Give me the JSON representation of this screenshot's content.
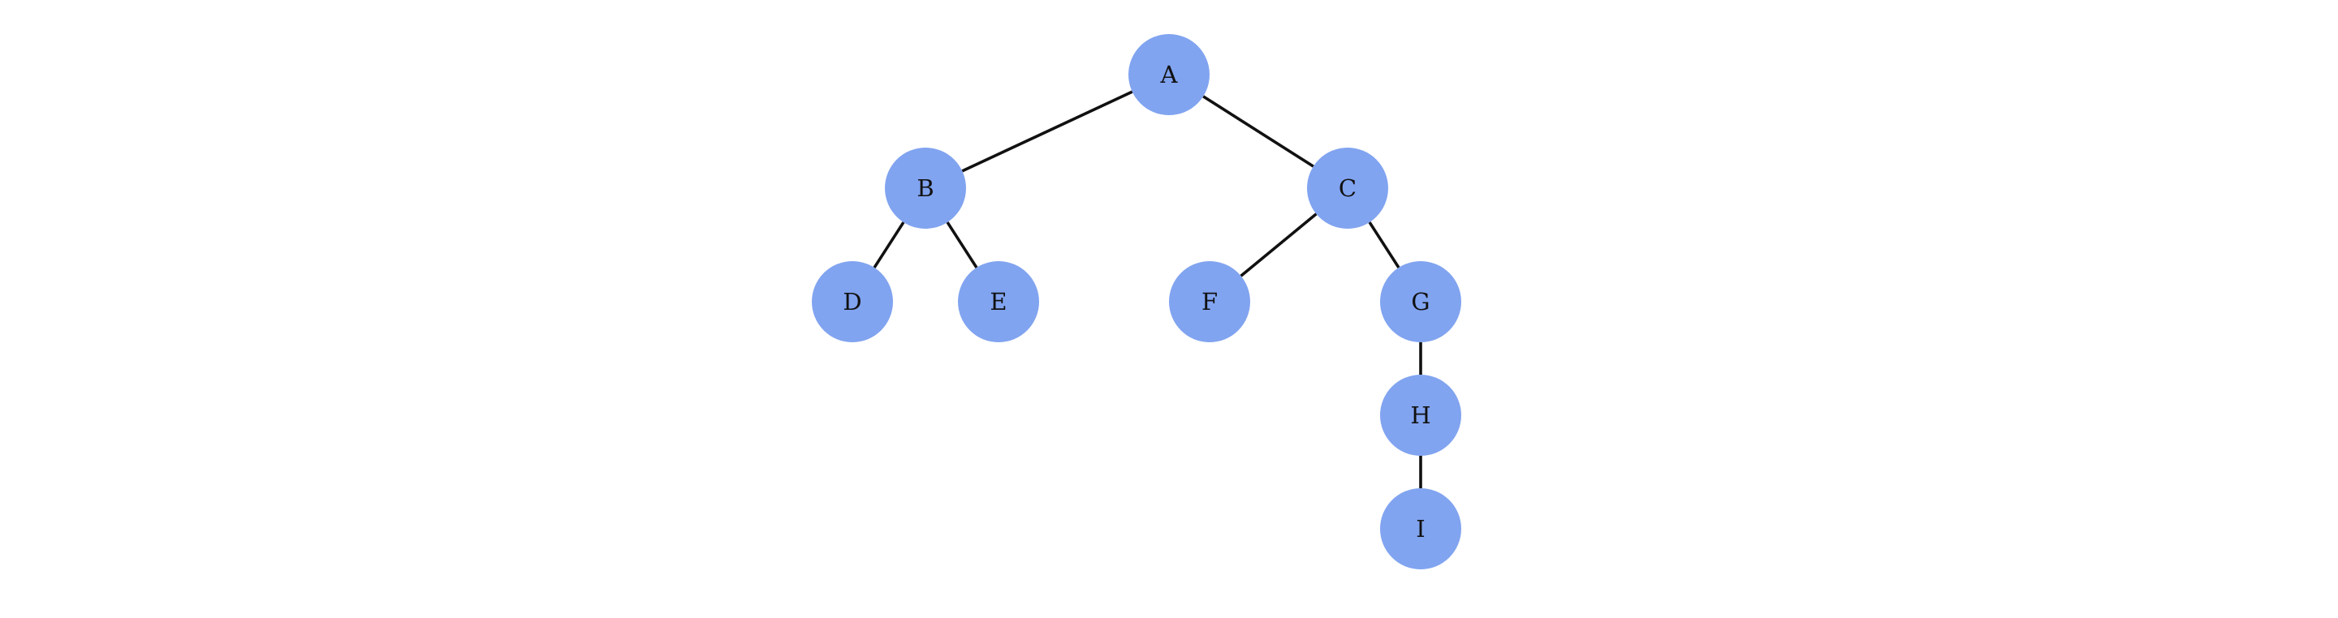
{
  "diagram": {
    "type": "tree",
    "node_color": "#81a4f0",
    "edge_color": "#111111",
    "nodes": [
      {
        "id": "A",
        "label": "A"
      },
      {
        "id": "B",
        "label": "B"
      },
      {
        "id": "C",
        "label": "C"
      },
      {
        "id": "D",
        "label": "D"
      },
      {
        "id": "E",
        "label": "E"
      },
      {
        "id": "F",
        "label": "F"
      },
      {
        "id": "G",
        "label": "G"
      },
      {
        "id": "H",
        "label": "H"
      },
      {
        "id": "I",
        "label": "I"
      }
    ],
    "edges": [
      {
        "from": "A",
        "to": "B"
      },
      {
        "from": "A",
        "to": "C"
      },
      {
        "from": "B",
        "to": "D"
      },
      {
        "from": "B",
        "to": "E"
      },
      {
        "from": "C",
        "to": "F"
      },
      {
        "from": "C",
        "to": "G"
      },
      {
        "from": "G",
        "to": "H"
      },
      {
        "from": "H",
        "to": "I"
      }
    ]
  }
}
